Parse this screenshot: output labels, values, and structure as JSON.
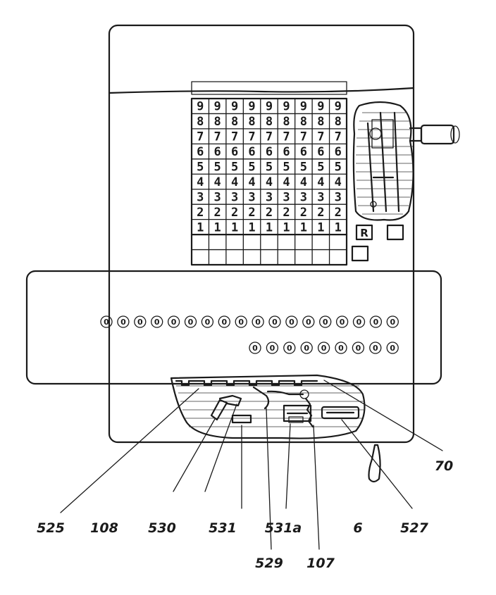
{
  "keyboard": {
    "rows": [
      [
        "9",
        "9",
        "9",
        "9",
        "9",
        "9",
        "9",
        "9",
        "9"
      ],
      [
        "8",
        "8",
        "8",
        "8",
        "8",
        "8",
        "8",
        "8",
        "8"
      ],
      [
        "7",
        "7",
        "7",
        "7",
        "7",
        "7",
        "7",
        "7",
        "7"
      ],
      [
        "6",
        "6",
        "6",
        "6",
        "6",
        "6",
        "6",
        "6",
        "6"
      ],
      [
        "5",
        "5",
        "5",
        "5",
        "5",
        "5",
        "5",
        "5",
        "5"
      ],
      [
        "4",
        "4",
        "4",
        "4",
        "4",
        "4",
        "4",
        "4",
        "4"
      ],
      [
        "3",
        "3",
        "3",
        "3",
        "3",
        "3",
        "3",
        "3",
        "3"
      ],
      [
        "2",
        "2",
        "2",
        "2",
        "2",
        "2",
        "2",
        "2",
        "2"
      ],
      [
        "1",
        "1",
        "1",
        "1",
        "1",
        "1",
        "1",
        "1",
        "1"
      ]
    ]
  },
  "reverse_key_label": "R",
  "result_counter": {
    "digits": [
      "0",
      "0",
      "0",
      "0",
      "0",
      "0",
      "0",
      "0",
      "0",
      "0",
      "0",
      "0",
      "0",
      "0",
      "0",
      "0",
      "0",
      "0"
    ]
  },
  "revolution_counter": {
    "digits": [
      "0",
      "0",
      "0",
      "0",
      "0",
      "0",
      "0",
      "0",
      "0"
    ]
  },
  "reference_labels": [
    {
      "id": "525",
      "text": "525"
    },
    {
      "id": "108",
      "text": "108"
    },
    {
      "id": "530",
      "text": "530"
    },
    {
      "id": "531",
      "text": "531"
    },
    {
      "id": "531a",
      "text": "531a"
    },
    {
      "id": "6",
      "text": "6"
    },
    {
      "id": "527",
      "text": "527"
    },
    {
      "id": "70",
      "text": "70"
    },
    {
      "id": "529",
      "text": "529"
    },
    {
      "id": "107",
      "text": "107"
    }
  ]
}
